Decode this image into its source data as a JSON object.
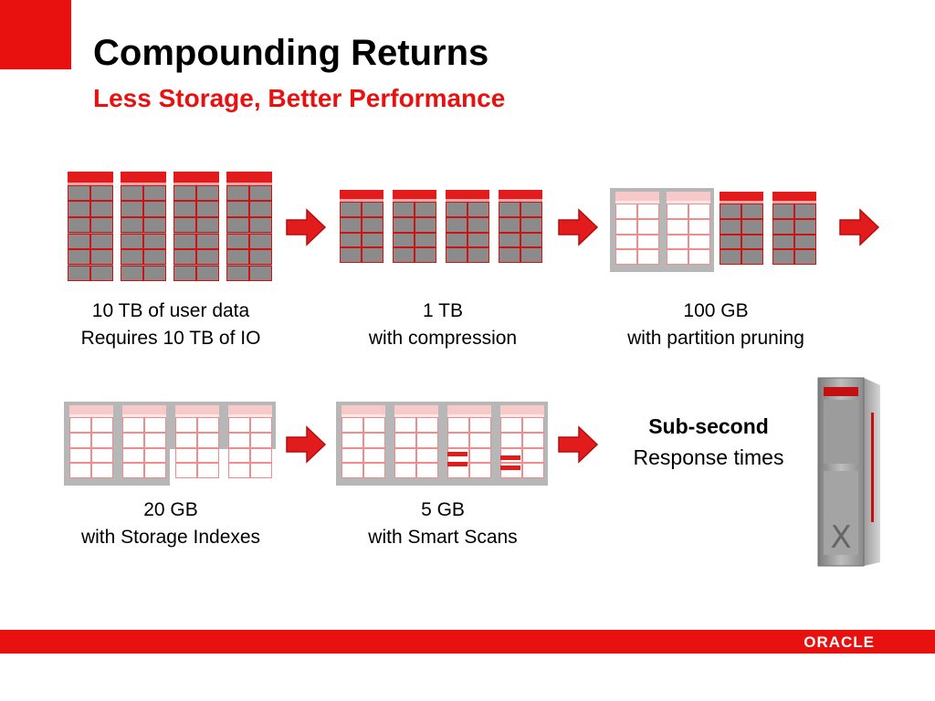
{
  "header": {
    "title": "Compounding Returns",
    "subtitle": "Less Storage, Better Performance"
  },
  "steps": [
    {
      "line1": "10 TB of user data",
      "line2": "Requires 10 TB of IO"
    },
    {
      "line1": "1 TB",
      "line2": "with compression"
    },
    {
      "line1": "100 GB",
      "line2": "with partition pruning"
    },
    {
      "line1": "20 GB",
      "line2": "with Storage Indexes"
    },
    {
      "line1": "5 GB",
      "line2": "with Smart Scans"
    }
  ],
  "result": {
    "bold": "Sub-second",
    "text": "Response times"
  },
  "footer": {
    "logo": "ORACLE"
  },
  "server_badge": "X",
  "colors": {
    "brand_red": "#e8110f",
    "table_grey": "#8b8b8b",
    "panel_grey": "#b7b7b7"
  }
}
